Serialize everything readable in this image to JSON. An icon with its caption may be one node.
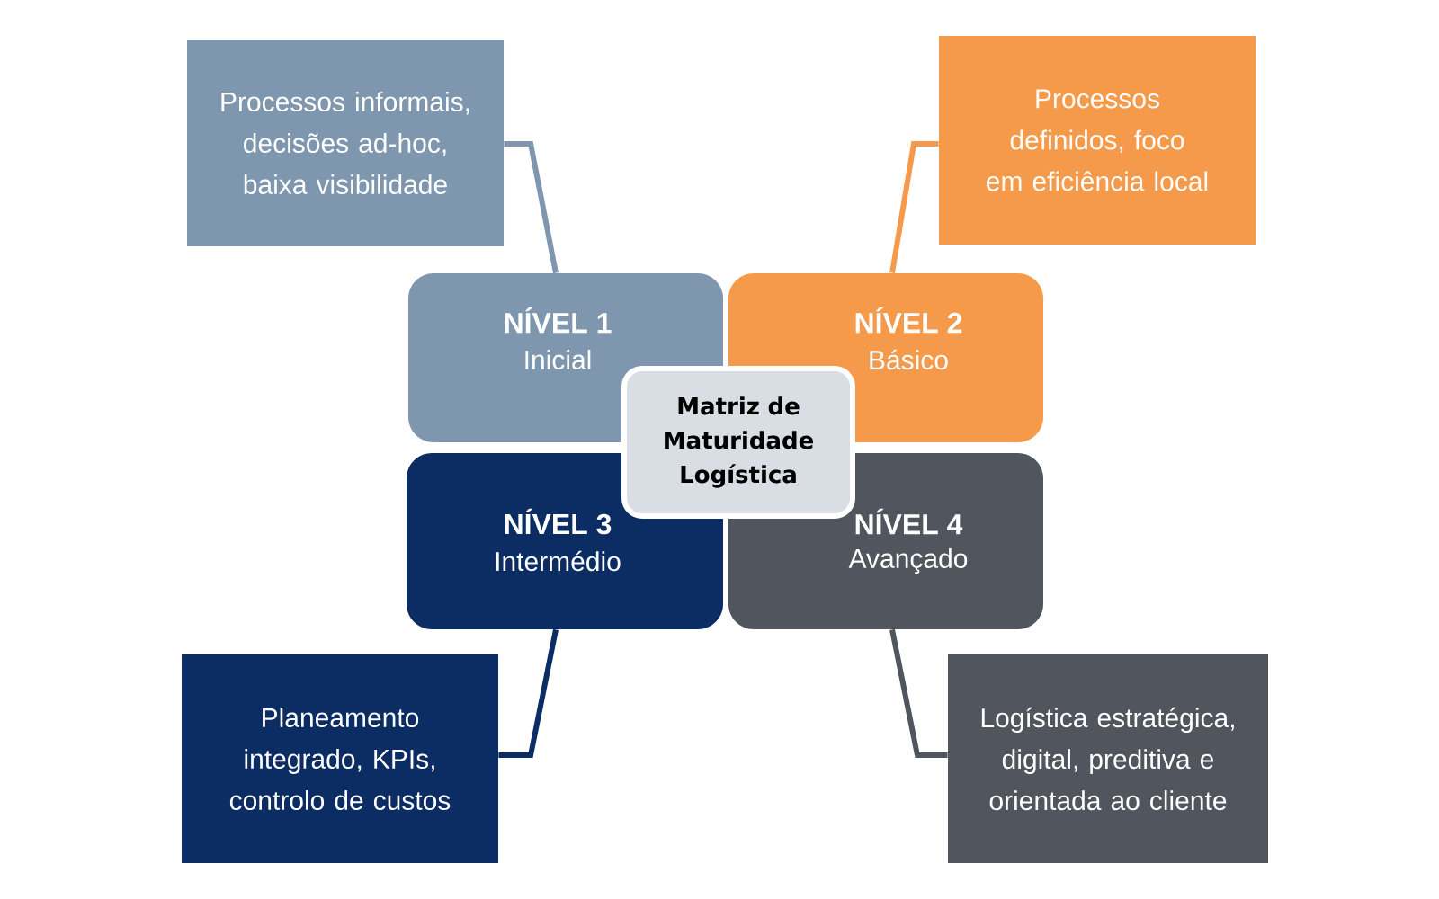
{
  "diagram": {
    "nodes": [
      {
        "text": [
          "Processos informais, decisões ad-hoc, baixa visibilidade"
        ]
      },
      {
        "text": [
          "Processos definidos, foco em eficiência local"
        ]
      },
      {
        "text": [
          "NÍVEL 1",
          "Inicial"
        ]
      },
      {
        "text": [
          "NÍVEL 2",
          "Básico"
        ]
      },
      {
        "text": [
          "Matriz de Maturidade Logística"
        ]
      },
      {
        "text": [
          "NÍVEL 3",
          "Intermédio"
        ]
      },
      {
        "text": [
          "NÍVEL 4",
          "Avançado"
        ]
      },
      {
        "text": [
          "Planeamento integrado, KPIs, controlo de custos"
        ]
      },
      {
        "text": [
          "Logística estratégica, digital, preditiva e orientada ao cliente"
        ]
      }
    ],
    "edges": [
      {
        "from": 2,
        "to": 0,
        "arrow": "none",
        "color": "#7f97ae"
      },
      {
        "from": 3,
        "to": 1,
        "arrow": "none",
        "color": "#f5994a"
      },
      {
        "from": 5,
        "to": 7,
        "arrow": "none",
        "color": "#0b2d63"
      },
      {
        "from": 6,
        "to": 8,
        "arrow": "none",
        "color": "#51565e"
      }
    ]
  }
}
